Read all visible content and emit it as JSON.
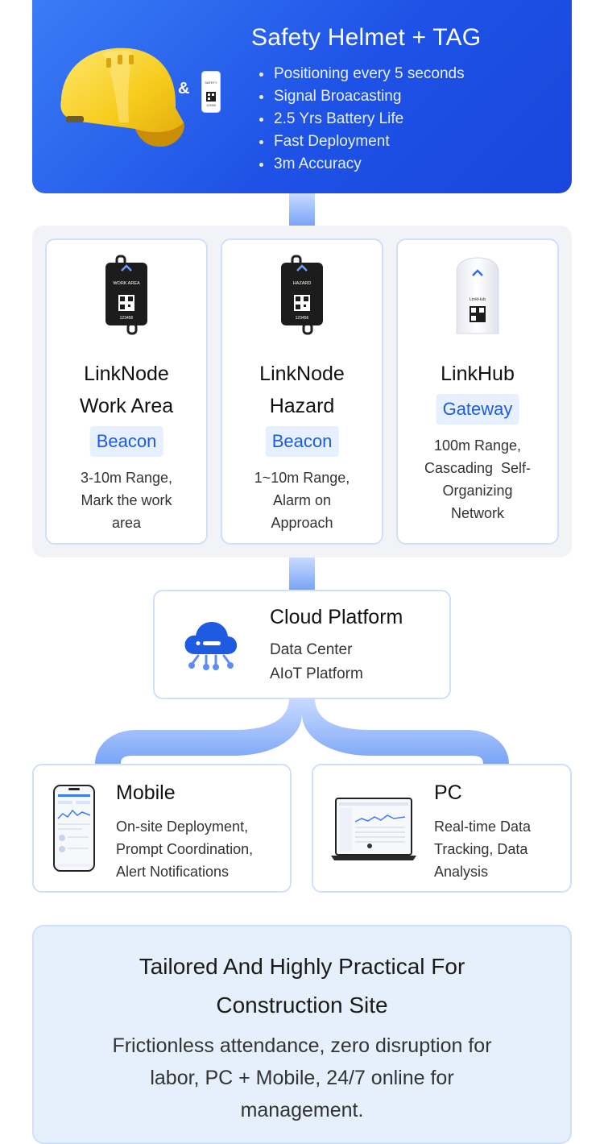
{
  "hero": {
    "title": "Safety Helmet + TAG",
    "amp": "&",
    "features": [
      "Positioning every 5 seconds",
      "Signal Broacasting",
      "2.5 Yrs Battery Life",
      "Fast Deployment",
      "3m Accuracy"
    ],
    "tag_device": {
      "label": "SAFETY",
      "id": "123456"
    }
  },
  "devices": [
    {
      "name_lines": [
        "LinkNode",
        "Work Area"
      ],
      "badge": "Beacon",
      "desc_lines": [
        "3-10m Range,",
        "Mark the work",
        "area"
      ],
      "device_label": "WORK AREA",
      "device_id": "123456"
    },
    {
      "name_lines": [
        "LinkNode",
        "Hazard"
      ],
      "badge": "Beacon",
      "desc_lines": [
        "1~10m Range,",
        "Alarm on",
        "Approach"
      ],
      "device_label": "HAZARD",
      "device_id": "123456"
    },
    {
      "name_lines": [
        "LinkHub"
      ],
      "badge": "Gateway",
      "desc_lines": [
        "100m Range,",
        "Cascading  Self-",
        "Organizing",
        "Network"
      ],
      "device_label": "LinkHub"
    }
  ],
  "cloud": {
    "title": "Cloud Platform",
    "lines": [
      "Data Center",
      "AIoT Platform"
    ]
  },
  "clients": {
    "mobile": {
      "title": "Mobile",
      "lines": [
        "On-site Deployment,",
        "Prompt Coordination,",
        "Alert Notifications"
      ]
    },
    "pc": {
      "title": "PC",
      "lines": [
        "Real-time Data",
        "Tracking, Data",
        "Analysis"
      ]
    }
  },
  "footer": {
    "title_lines": [
      "Tailored And Highly Practical For",
      "Construction Site"
    ],
    "desc_lines": [
      "Frictionless attendance, zero disruption for",
      "labor, PC + Mobile, 24/7 online for",
      "management."
    ]
  },
  "colors": {
    "primary": "#1f5be0",
    "hero_gradient_start": "#3a7cf6",
    "hero_gradient_end": "#1a46dc",
    "card_border": "#cfe0fb",
    "panel_bg": "#f1f3f6",
    "footer_bg": "#e6f0fc",
    "helmet": "#f7cc1e"
  }
}
